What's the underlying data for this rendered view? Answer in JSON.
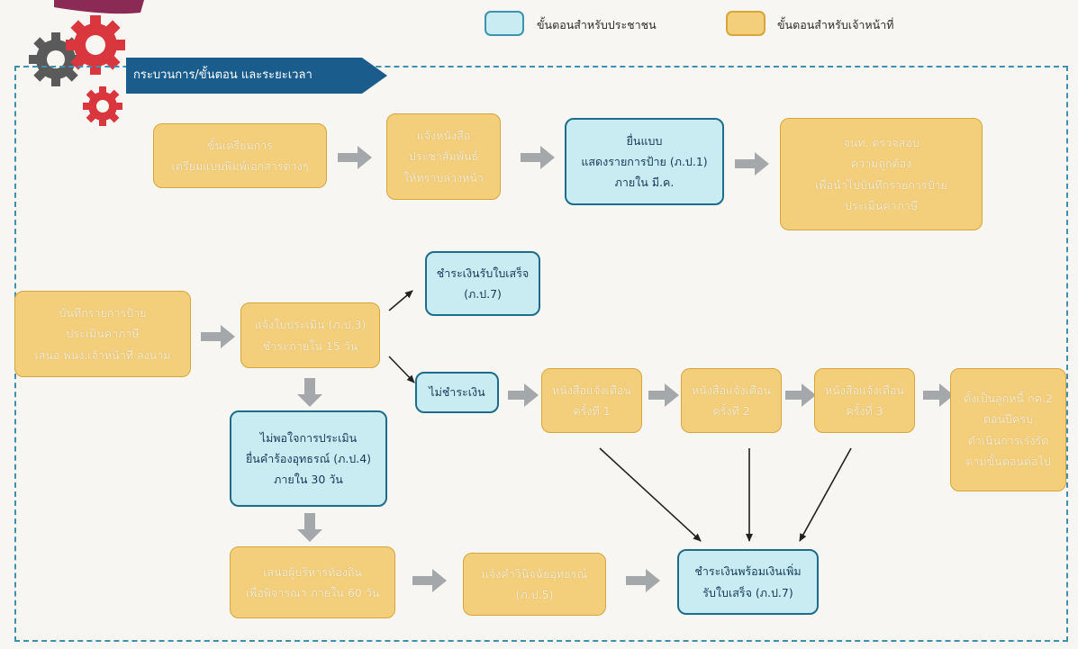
{
  "header": {
    "title": "กระบวนการ/ขั้นตอน และระยะเวลา"
  },
  "legend": {
    "citizen_label": "ขั้นตอนสำหรับประชาชน",
    "staff_label": "ขั้นตอนสำหรับเจ้าหน้าที่",
    "citizen_color": "#c9ecf2",
    "staff_color": "#f3cf7c"
  },
  "steps": {
    "prepare": "ขั้นเตรียมการ\nเตรียมแบบพิมพ์เอกสารต่างๆ",
    "notify_public": "แจ้งหนังสือ\nประชาสัมพันธ์\nให้ทราบล่วงหน้า",
    "submit_form": "ยื่นแบบ\nแสดงรายการป้าย (ภ.ป.1)\nภายใน มี.ค.",
    "verify": "จนท. ตรวจสอบ\nความถูกต้อง\nเพื่อนำไปบันทึกรายการป้าย\nประเมินค่าภาษี",
    "record_assess": "บันทึกรายการป้าย\nประเมินค่าภาษี\nเสนอ พนง.เจ้าหน้าที่ ลงนาม",
    "notify_assessment": "แจ้งใบประเมิน (ภ.ป.3)\nชำระภายใน 15 วัน",
    "pay_receipt": "ชำระเงินรับใบเสร็จ\n(ภ.ป.7)",
    "not_paid": "ไม่ชำระเงิน",
    "reminder_1": "หนังสือแจ้งเตือน\nครั้งที่ 1",
    "reminder_2": "หนังสือแจ้งเตือน\nครั้งที่ 2",
    "reminder_3": "หนังสือแจ้งเตือน\nครั้งที่ 3",
    "debtor": "ตั้งเป็นลูกหนี้ กค.2\nตอนปีครบ\nดำเนินการเร่งรัด\nตามขั้นตอนต่อไป",
    "appeal": "ไม่พอใจการประเมิน\nยื่นคำร้องอุทธรณ์ (ภ.ป.4)\nภายใน 30 วัน",
    "executive": "เสนอผู้บริหารท้องถิ่น\nเพื่อพิจารณา ภายใน 60 วัน",
    "appeal_result": "แจ้งคำวินิจฉัยอุทธรณ์\n(ภ.ป.5)",
    "pay_surcharge": "ชำระเงินพร้อมเงินเพิ่ม\nรับใบเสร็จ (ภ.ป.7)"
  }
}
